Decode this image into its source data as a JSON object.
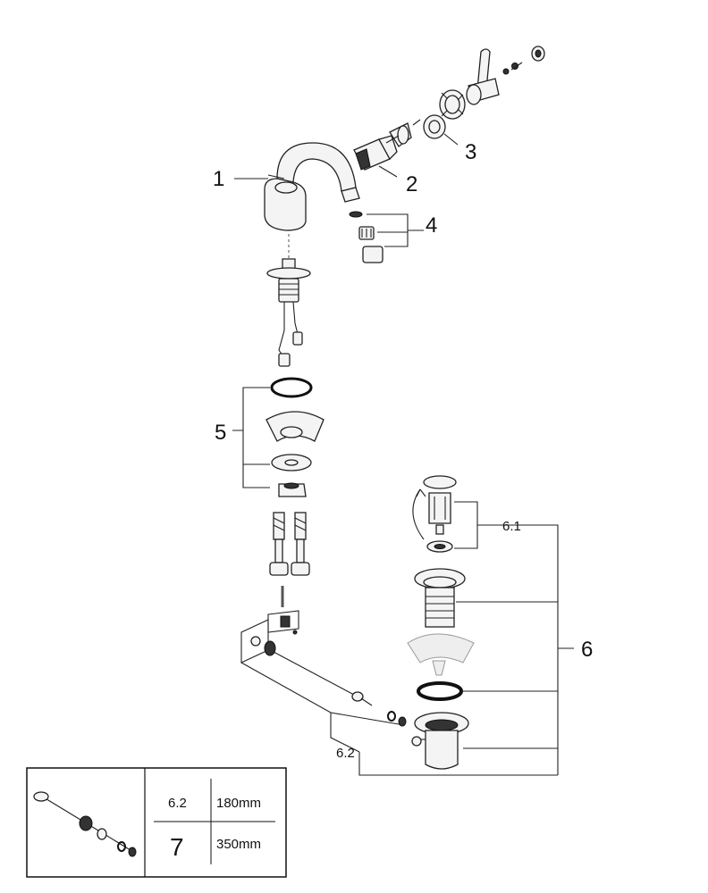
{
  "callouts": {
    "c1": "1",
    "c2": "2",
    "c3": "3",
    "c4": "4",
    "c5": "5",
    "c6": "6",
    "c61": "6.1",
    "c62": "6.2"
  },
  "table": {
    "rows": [
      {
        "ref": "6.2",
        "length": "180mm"
      },
      {
        "ref": "7",
        "length": "350mm"
      }
    ]
  }
}
